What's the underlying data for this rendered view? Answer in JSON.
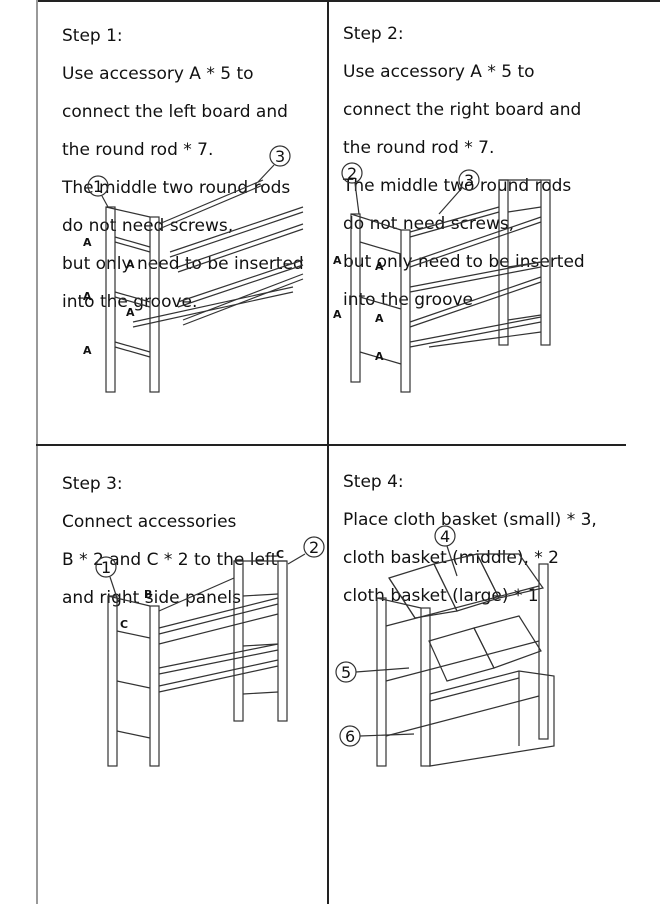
{
  "steps": [
    {
      "title": "Step 1:",
      "lines": [
        "Use accessory A * 5 to",
        "connect the left board and",
        "the round rod * 7.",
        "The middle two round rods",
        "do not need screws,",
        "but only need to be inserted",
        "into the groove."
      ],
      "callouts": [
        "1",
        "3"
      ],
      "labels": [
        "A",
        "A",
        "A",
        "A",
        "A"
      ]
    },
    {
      "title": "Step 2:",
      "lines": [
        "Use accessory A * 5 to",
        "connect the right board and",
        "the round rod * 7.",
        "The middle two round rods",
        "do not need screws,",
        "but only need to be inserted",
        "into the groove"
      ],
      "callouts": [
        "2",
        "3"
      ],
      "labels": [
        "A",
        "A",
        "A",
        "A",
        "A"
      ]
    },
    {
      "title": "Step 3:",
      "lines": [
        "Connect accessories",
        "B * 2 and C * 2 to the left",
        "and right side panels"
      ],
      "callouts": [
        "1",
        "2"
      ],
      "labels": [
        "B",
        "C",
        "C"
      ]
    },
    {
      "title": "Step 4:",
      "lines": [
        "Place cloth basket (small) * 3,",
        "cloth basket (middle), * 2",
        "cloth basket (large) * 1"
      ],
      "callouts": [
        "4",
        "5",
        "6"
      ],
      "labels": []
    }
  ]
}
